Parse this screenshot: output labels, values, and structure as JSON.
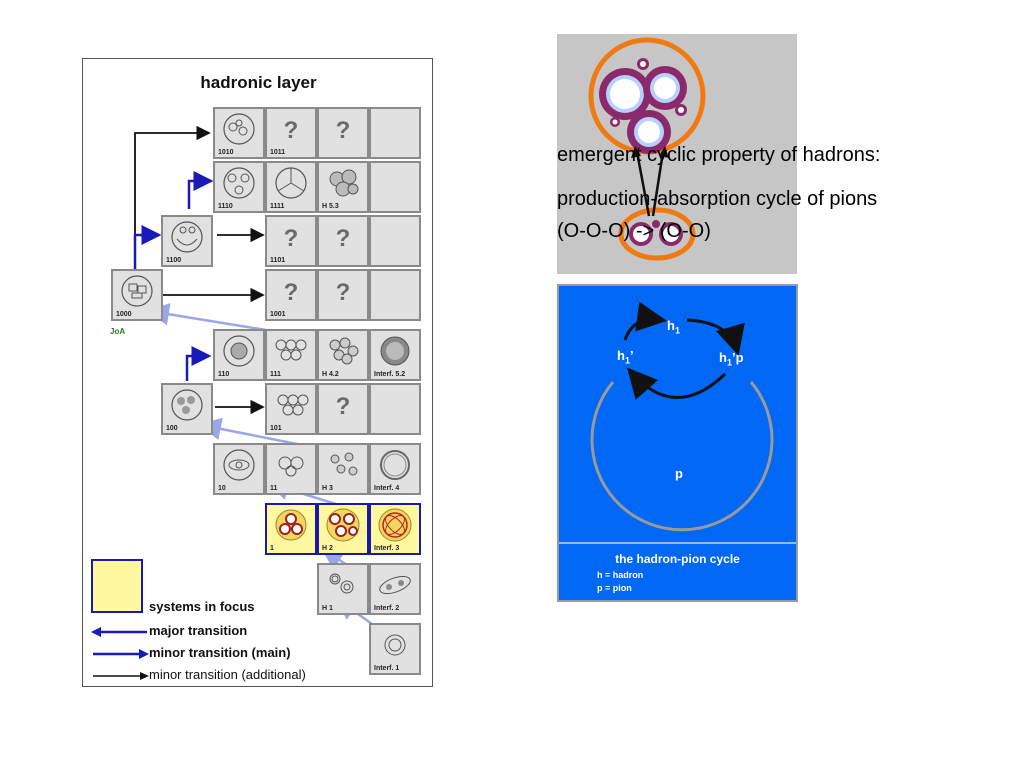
{
  "diagram": {
    "title": "hadronic layer",
    "joa_label": "JoA",
    "cells": [
      {
        "id": "1010",
        "label": "1010",
        "q": ""
      },
      {
        "id": "1011",
        "label": "1011",
        "q": "?"
      },
      {
        "id": "q1",
        "label": "",
        "q": "?"
      },
      {
        "id": "1110",
        "label": "1110",
        "q": ""
      },
      {
        "id": "1111",
        "label": "1111",
        "q": ""
      },
      {
        "id": "h53",
        "label": "H 5.3",
        "q": ""
      },
      {
        "id": "1100",
        "label": "1100",
        "q": ""
      },
      {
        "id": "1101",
        "label": "1101",
        "q": "?"
      },
      {
        "id": "q2",
        "label": "",
        "q": "?"
      },
      {
        "id": "1000",
        "label": "1000",
        "q": ""
      },
      {
        "id": "1001",
        "label": "1001",
        "q": "?"
      },
      {
        "id": "q3",
        "label": "",
        "q": "?"
      },
      {
        "id": "110",
        "label": "110",
        "q": ""
      },
      {
        "id": "111",
        "label": "111",
        "q": ""
      },
      {
        "id": "h42",
        "label": "H 4.2",
        "q": ""
      },
      {
        "id": "interf52",
        "label": "Interf. 5.2",
        "q": ""
      },
      {
        "id": "100",
        "label": "100",
        "q": ""
      },
      {
        "id": "101",
        "label": "101",
        "q": ""
      },
      {
        "id": "q4",
        "label": "",
        "q": "?"
      },
      {
        "id": "10",
        "label": "10",
        "q": ""
      },
      {
        "id": "11",
        "label": "11",
        "q": ""
      },
      {
        "id": "h3",
        "label": "H 3",
        "q": ""
      },
      {
        "id": "interf4",
        "label": "Interf. 4",
        "q": ""
      },
      {
        "id": "1",
        "label": "1",
        "q": ""
      },
      {
        "id": "h2",
        "label": "H 2",
        "q": ""
      },
      {
        "id": "interf3",
        "label": "Interf. 3",
        "q": ""
      },
      {
        "id": "h1",
        "label": "H 1",
        "q": ""
      },
      {
        "id": "interf2",
        "label": "Interf. 2",
        "q": ""
      },
      {
        "id": "interf1",
        "label": "Interf. 1",
        "q": ""
      }
    ],
    "legend": {
      "focus": "systems in focus",
      "major": "major transition",
      "minor_main": "minor transition (main)",
      "minor_additional": "minor transition (additional)"
    }
  },
  "caption": {
    "line1": "emergent cyclic property of hadrons:",
    "line2": "production-absorption cycle of pions",
    "line3": "(O-O-O) -> (O-O)"
  },
  "cycle": {
    "h1": "h",
    "h1_sub": "1",
    "h1_prime": "h",
    "h1_prime_sub": "1",
    "h1_prime_suffix": "’",
    "h1p": "h",
    "h1p_sub": "1",
    "h1p_suffix": "’p",
    "p": "p",
    "footer_title": "the hadron-pion cycle",
    "footer_h": "h = hadron",
    "footer_p": "p = pion"
  },
  "colors": {
    "major": "#1a1ab8",
    "minor_additional": "#111111",
    "back_arrow": "#9aa6e8",
    "focus_fill": "#fff8a0",
    "cycle_bg": "#0068f5",
    "orange": "#f07a10",
    "purple": "#8a2a6a"
  }
}
